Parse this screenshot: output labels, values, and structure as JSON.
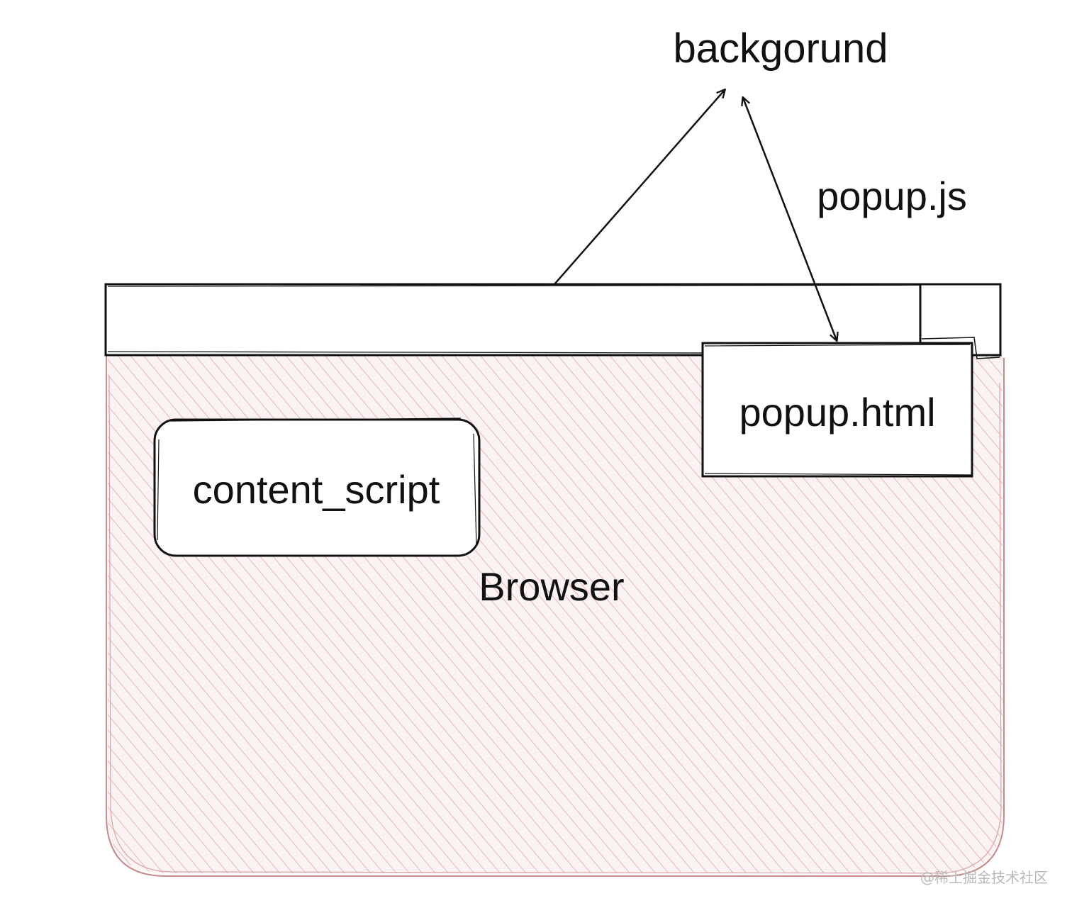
{
  "labels": {
    "background": "backgorund",
    "popup_js": "popup.js",
    "popup_html": "popup.html",
    "content_script": "content_script",
    "browser": "Browser"
  },
  "watermark": "@稀土掘金技术社区",
  "colors": {
    "stroke": "#111111",
    "browser_fill": "#fbf3f3",
    "hatch": "#e8b5b5",
    "browser_outline": "#c98a8a",
    "box_fill": "#ffffff"
  }
}
